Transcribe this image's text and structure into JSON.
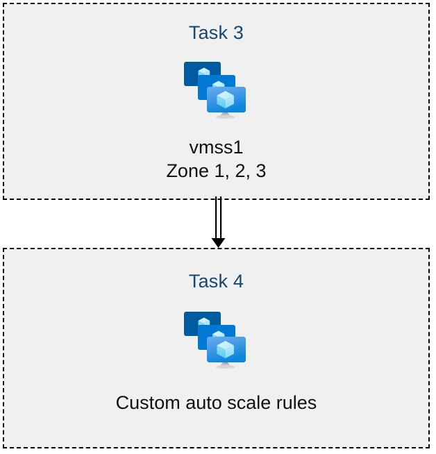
{
  "diagram": {
    "type": "flow",
    "background_color": "#ffffff",
    "box_fill_color": "#f0f0f0",
    "box_border_color": "#000000",
    "title_color": "#15486f",
    "caption_color": "#111111",
    "nodes": [
      {
        "id": "task3",
        "title": "Task 3",
        "icon": "virtual-machine-scale-set-icon",
        "caption_lines": [
          "vmss1",
          "Zone 1, 2, 3"
        ]
      },
      {
        "id": "task4",
        "title": "Task 4",
        "icon": "virtual-machine-scale-set-icon",
        "caption_lines": [
          "Custom auto scale rules"
        ]
      }
    ],
    "connector": {
      "from": "task3",
      "to": "task4",
      "style": "double-line-arrow",
      "color": "#000000",
      "direction": "down"
    }
  },
  "icon_colors": {
    "monitor_back": "#005ba1",
    "monitor_middle": "#0078d4",
    "monitor_front_top": "#5ea8ea",
    "monitor_front_bottom": "#0f87dd",
    "cube_light": "#c8f0fb",
    "cube_mid": "#7fd9f2",
    "cube_dark": "#4fc5e8",
    "stand_top": "#8f8f8f",
    "stand_bottom": "#dcdcdc"
  }
}
